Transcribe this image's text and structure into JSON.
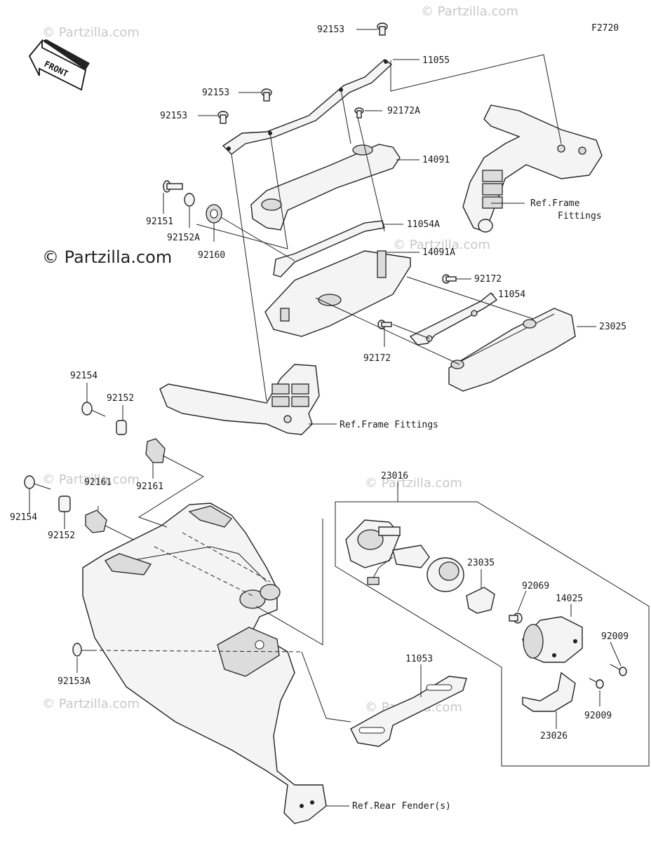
{
  "diagram_code": "F2720",
  "watermark": "© Partzilla.com",
  "front_label": "FRONT",
  "callouts": {
    "c_92153_top": "92153",
    "c_11055": "11055",
    "c_92153_mid": "92153",
    "c_92153_left": "92153",
    "c_92172A": "92172A",
    "c_14091": "14091",
    "c_ref_frame_1": "Ref.Frame\nFittings",
    "c_92151": "92151",
    "c_92152A": "92152A",
    "c_92160": "92160",
    "c_11054A": "11054A",
    "c_14091A": "14091A",
    "c_92172_r": "92172",
    "c_11054": "11054",
    "c_23025": "23025",
    "c_92172_b": "92172",
    "c_92154_top": "92154",
    "c_92152_top": "92152",
    "c_92161_r": "92161",
    "c_ref_frame_2": "Ref.Frame Fittings",
    "c_92161_l": "92161",
    "c_92154_bot": "92154",
    "c_92152_bot": "92152",
    "c_23016": "23016",
    "c_23035": "23035",
    "c_92069": "92069",
    "c_14025": "14025",
    "c_92009_a": "92009",
    "c_92009_b": "92009",
    "c_11053": "11053",
    "c_92153A": "92153A",
    "c_23026": "23026",
    "c_ref_rear": "Ref.Rear Fender(s)"
  }
}
